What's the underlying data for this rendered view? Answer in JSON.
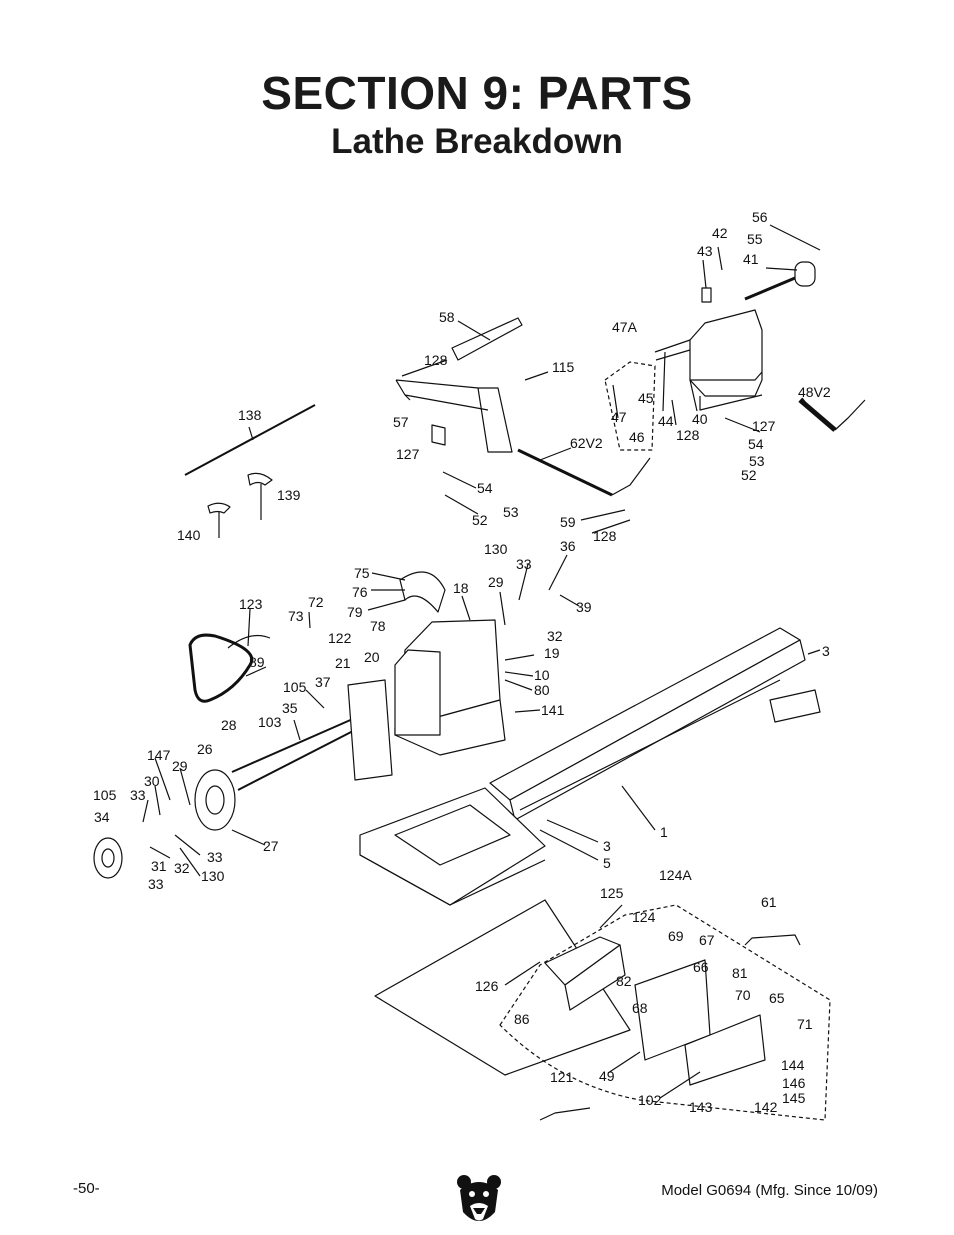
{
  "header": {
    "section_title": "SECTION 9: PARTS",
    "subtitle": "Lathe Breakdown"
  },
  "part_labels": [
    "56",
    "42",
    "55",
    "43",
    "41",
    "58",
    "47A",
    "128",
    "115",
    "48V2",
    "57",
    "45",
    "47",
    "44",
    "40",
    "127",
    "46",
    "128",
    "54",
    "127",
    "62V2",
    "53",
    "52",
    "54",
    "138",
    "53",
    "52",
    "139",
    "59",
    "140",
    "128",
    "130",
    "33",
    "36",
    "75",
    "76",
    "18",
    "29",
    "79",
    "78",
    "39",
    "72",
    "32",
    "123",
    "73",
    "122",
    "19",
    "3",
    "89",
    "21",
    "20",
    "10",
    "80",
    "105",
    "37",
    "141",
    "28",
    "103",
    "35",
    "147",
    "26",
    "30",
    "29",
    "105",
    "33",
    "34",
    "27",
    "3",
    "1",
    "5",
    "33",
    "31",
    "32",
    "130",
    "33",
    "124A",
    "125",
    "124",
    "61",
    "69",
    "67",
    "66",
    "81",
    "126",
    "82",
    "70",
    "65",
    "68",
    "86",
    "71",
    "144",
    "121",
    "49",
    "146",
    "145",
    "102",
    "143",
    "142"
  ],
  "footer": {
    "page_number": "-50-",
    "model": "Model G0694 (Mfg. Since 10/09)"
  }
}
